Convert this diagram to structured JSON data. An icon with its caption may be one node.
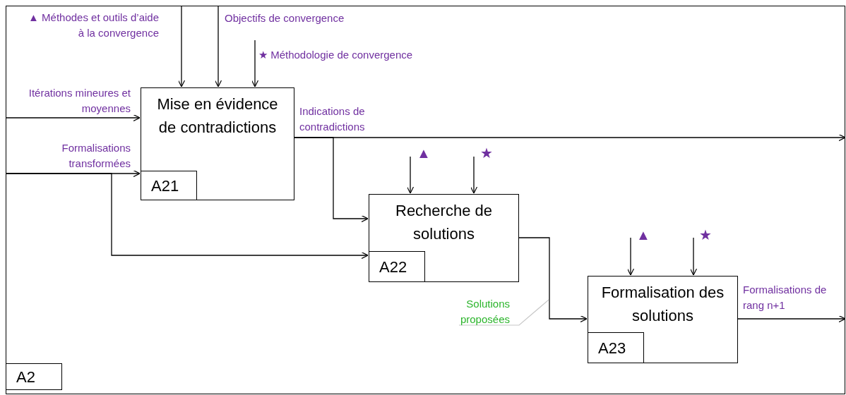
{
  "diagram": {
    "nodes": [
      {
        "text": [
          "A2"
        ]
      },
      {
        "text": [
          "Mise en évidence de contradictions",
          "A21"
        ],
        "in": 0
      },
      {
        "text": [
          "Recherche de solutions",
          "A22"
        ],
        "in": 0
      },
      {
        "text": [
          "Formalisation des solutions",
          "A23"
        ],
        "in": 0
      }
    ],
    "edges": [
      {
        "from": 0,
        "to": 1,
        "arrow": "to",
        "label": "▲ Méthodes et outils d’aide à la convergence"
      },
      {
        "from": 0,
        "to": 1,
        "arrow": "to",
        "label": "Objectifs de convergence"
      },
      {
        "from": null,
        "to": 1,
        "arrow": "to",
        "label": "★ Méthodologie de convergence"
      },
      {
        "from": 0,
        "to": 1,
        "arrow": "to",
        "label": "Itérations mineures et moyennes"
      },
      {
        "from": 0,
        "to": 1,
        "arrow": "to",
        "label": "Formalisations transformées"
      },
      {
        "from": 0,
        "to": 2,
        "arrow": "to"
      },
      {
        "from": 1,
        "to": 0,
        "arrow": "to",
        "label": "Indications de contradictions"
      },
      {
        "from": 1,
        "to": 2,
        "arrow": "to"
      },
      {
        "from": null,
        "to": 2,
        "arrow": "to",
        "label": "▲"
      },
      {
        "from": null,
        "to": 2,
        "arrow": "to",
        "label": "★"
      },
      {
        "from": 2,
        "to": 3,
        "arrow": "to",
        "label": "Solutions proposées"
      },
      {
        "from": null,
        "to": 3,
        "arrow": "to",
        "label": "▲"
      },
      {
        "from": null,
        "to": 3,
        "arrow": "to",
        "label": "★"
      },
      {
        "from": 3,
        "to": 0,
        "arrow": "to",
        "label": "Formalisations de rang n+1"
      }
    ]
  }
}
